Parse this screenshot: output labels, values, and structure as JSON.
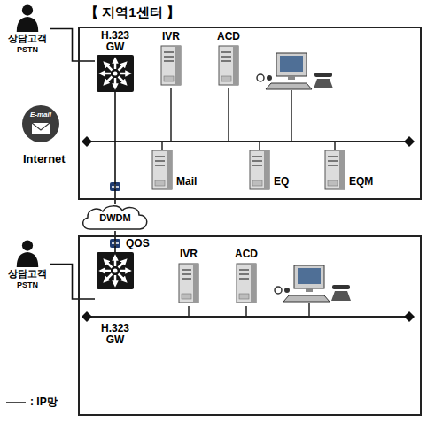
{
  "diagram": {
    "nodes": [
      {
        "text": [
          "상담고객",
          "PSTN"
        ]
      },
      {
        "text": [
          "【 지역1센터 】"
        ]
      },
      {
        "text": [
          "H.323 GW"
        ],
        "in": 1
      },
      {
        "text": [
          "IVR"
        ],
        "in": 1
      },
      {
        "text": [
          "ACD"
        ],
        "in": 1
      },
      {
        "text": [
          "Mail"
        ],
        "in": 1
      },
      {
        "text": [
          "EQ"
        ],
        "in": 1
      },
      {
        "text": [
          "EQM"
        ],
        "in": 1
      },
      {
        "text": [
          "E-mail"
        ]
      },
      {
        "text": [
          "DWDM"
        ]
      },
      {
        "text": [
          "상담고객",
          "PSTN"
        ]
      },
      {
        "text": []
      },
      {
        "text": [
          "H.323 GW"
        ],
        "in": 11
      },
      {
        "text": [
          "IVR"
        ],
        "in": 11
      },
      {
        "text": [
          "ACD"
        ],
        "in": 11
      }
    ],
    "edges": [
      {
        "from": 0,
        "to": 2,
        "arrow": "none"
      },
      {
        "from": 2,
        "to": 9,
        "arrow": "none"
      },
      {
        "from": 9,
        "to": 12,
        "arrow": "none"
      },
      {
        "from": 10,
        "to": 12,
        "arrow": "none"
      }
    ],
    "labels": [
      "Internet",
      "QOS"
    ],
    "legend": [
      {
        "text": ": IP망"
      }
    ]
  }
}
